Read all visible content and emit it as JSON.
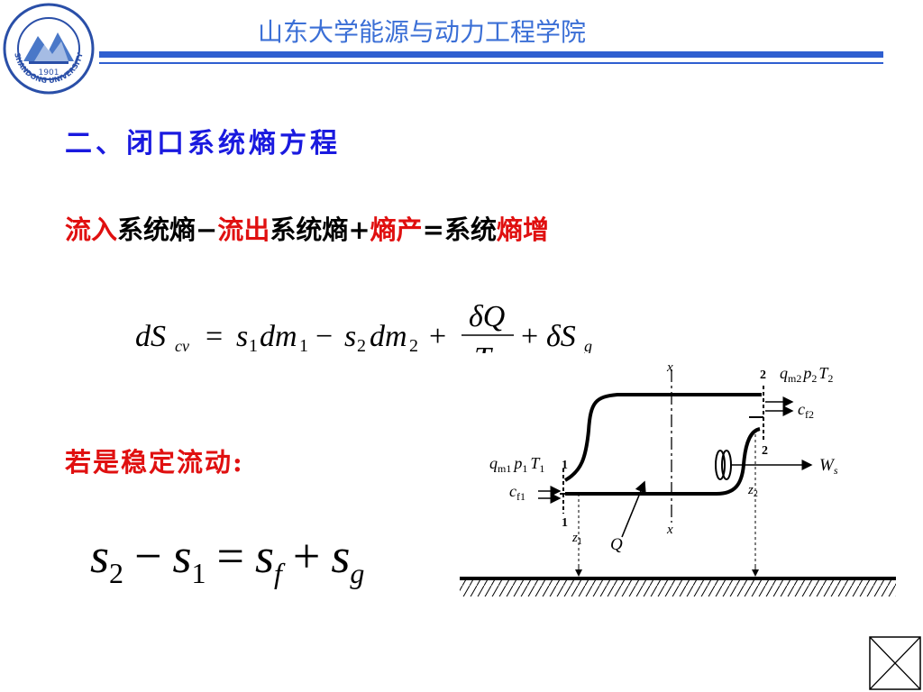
{
  "header": {
    "school_name": "山东大学能源与动力工程学院",
    "logo": {
      "icon": "shandong-university-seal",
      "text_en": "SHANDONG UNIVERSITY",
      "year": "1901"
    },
    "accent_color": "#2f5fd0"
  },
  "slide": {
    "heading": "二、闭口系统熵方程",
    "word_equation": {
      "p1": "流入",
      "p2": "系统熵−",
      "p3": "流出",
      "p4": "系统熵+",
      "p5": "熵产",
      "p6": "=系统",
      "p7": "熵增"
    },
    "steady_label": "若是稳定流动:",
    "equation1": {
      "lhs_d": "dS",
      "lhs_sub": "cv",
      "eq": "=",
      "s1": "s",
      "s1_sub": "1",
      "dm1": "dm",
      "dm1_sub": "1",
      "minus": "−",
      "s2": "s",
      "s2_sub": "2",
      "dm2": "dm",
      "dm2_sub": "2",
      "plus1": "+",
      "frac_num": "δQ",
      "frac_den": "T",
      "plus2": "+",
      "dsg": "δS",
      "dsg_sub": "g"
    },
    "equation2": {
      "s2": "s",
      "s2_sub": "2",
      "minus": "−",
      "s1": "s",
      "s1_sub": "1",
      "eq": "=",
      "sf": "s",
      "sf_sub": "f",
      "plus": "+",
      "sg": "s",
      "sg_sub": "g"
    },
    "colors": {
      "heading": "#1a1adf",
      "highlight": "#e01010",
      "header_text": "#3b6fd6"
    }
  },
  "diagram": {
    "x_top": "x",
    "x_bottom": "x",
    "sec1_top": "1",
    "sec1_bottom": "1",
    "sec2_top": "2",
    "sec2_mid": "2",
    "inlet_q": "q",
    "inlet_q_sub": "m1",
    "inlet_p": "p",
    "inlet_p_sub": "1",
    "inlet_T": "T",
    "inlet_T_sub": "1",
    "inlet_c": "c",
    "inlet_c_sub": "f1",
    "outlet_q": "q",
    "outlet_q_sub": "m2",
    "outlet_p": "p",
    "outlet_p_sub": "2",
    "outlet_T": "T",
    "outlet_T_sub": "2",
    "outlet_c": "c",
    "outlet_c_sub": "f2",
    "heat": "Q",
    "work": "W",
    "work_sub": "s",
    "z1": "z",
    "z1_sub": "1",
    "z2": "z",
    "z2_sub": "2"
  },
  "nav": {
    "close_icon": "close-x-icon"
  }
}
